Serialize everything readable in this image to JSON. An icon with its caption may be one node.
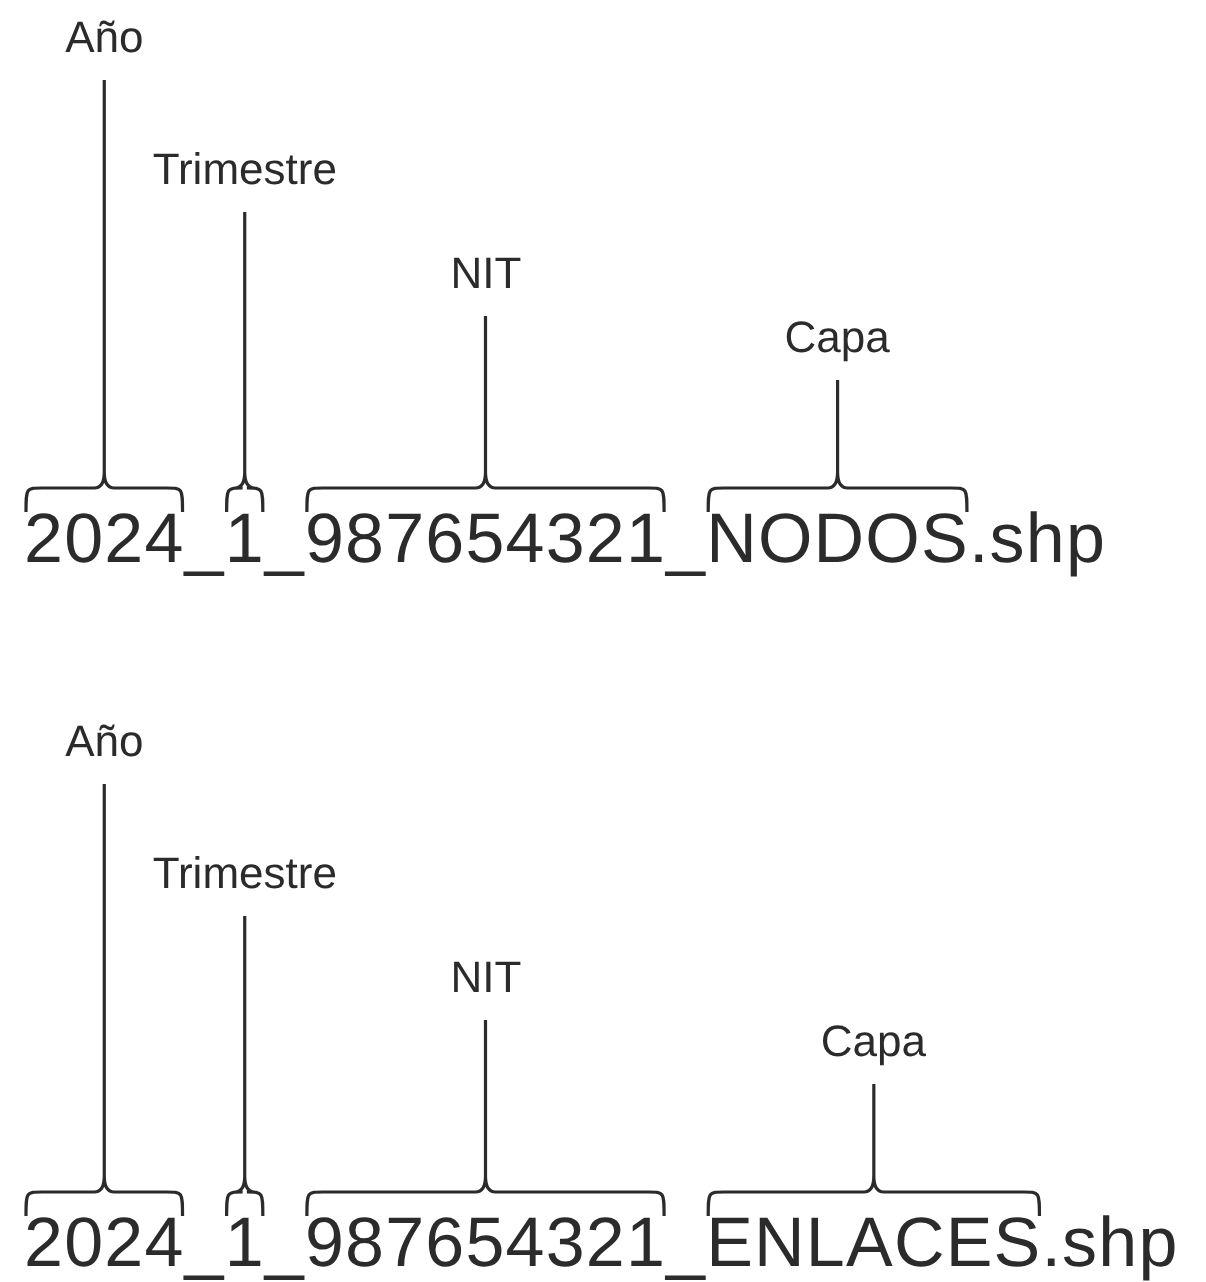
{
  "diagram": {
    "nodes": [
      {
        "text": [
          "Año"
        ]
      },
      {
        "text": [
          "Trimestre"
        ]
      },
      {
        "text": [
          "NIT"
        ]
      },
      {
        "text": [
          "Capa"
        ]
      },
      {
        "text": [],
        "shape": "bracket"
      },
      {
        "text": [],
        "shape": "bracket"
      },
      {
        "text": [],
        "shape": "bracket"
      },
      {
        "text": [],
        "shape": "bracket"
      },
      {
        "text": [
          "Año"
        ]
      },
      {
        "text": [
          "Trimestre"
        ]
      },
      {
        "text": [
          "NIT"
        ]
      },
      {
        "text": [
          "Capa"
        ]
      },
      {
        "text": [],
        "shape": "bracket"
      },
      {
        "text": [],
        "shape": "bracket"
      },
      {
        "text": [],
        "shape": "bracket"
      },
      {
        "text": [],
        "shape": "bracket"
      }
    ],
    "edges": [
      {
        "from": 0,
        "to": 4,
        "arrow": "none"
      },
      {
        "from": 1,
        "to": 5,
        "arrow": "none"
      },
      {
        "from": 2,
        "to": 6,
        "arrow": "none"
      },
      {
        "from": 3,
        "to": 7,
        "arrow": "none"
      },
      {
        "from": 8,
        "to": 12,
        "arrow": "none"
      },
      {
        "from": 9,
        "to": 13,
        "arrow": "none"
      },
      {
        "from": 10,
        "to": 14,
        "arrow": "none"
      },
      {
        "from": 11,
        "to": 15,
        "arrow": "none"
      }
    ],
    "labels": [
      "2024_1_987654321_NODOS.shp",
      "2024_1_987654321_ENLACES.shp"
    ]
  }
}
